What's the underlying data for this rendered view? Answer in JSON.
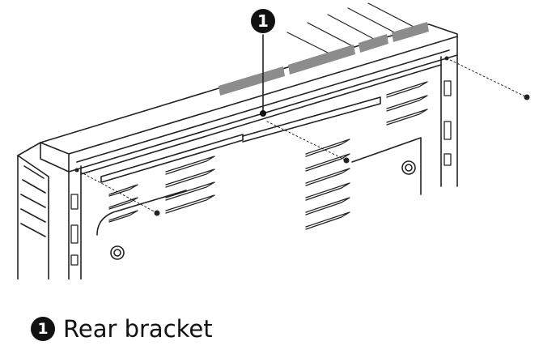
{
  "callout": {
    "number": "1"
  },
  "legend": {
    "number": "1",
    "label": "Rear bracket"
  }
}
